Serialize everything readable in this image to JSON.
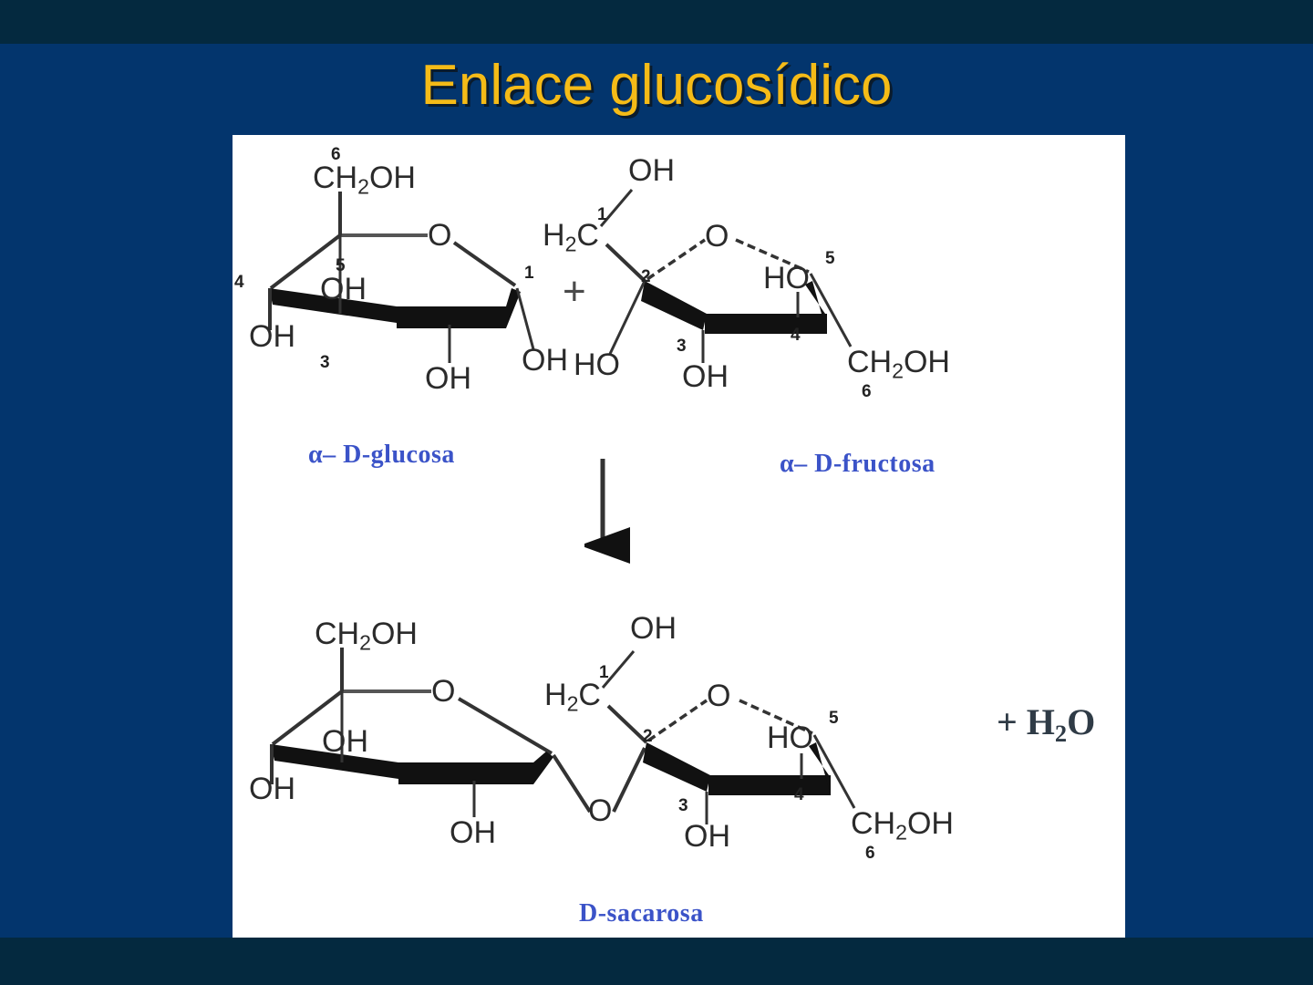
{
  "slide": {
    "title": "Enlace glucosídico",
    "background_color": "#03356d",
    "band_color": "#04293f",
    "title_color": "#f5bb17"
  },
  "figure": {
    "background_color": "#ffffff",
    "label_color": "#3b53c8",
    "reaction_operator": "+",
    "byproduct": "+ H₂O",
    "arrow": "down-arrow",
    "reactants": [
      {
        "name": "α– D-glucosa",
        "ring_type": "pyranose",
        "ring_oxygen": "O",
        "carbon_numbers": [
          "6",
          "5",
          "4",
          "3",
          "1"
        ],
        "substituents": [
          "CH₂OH",
          "OH",
          "OH",
          "OH",
          "OH"
        ]
      },
      {
        "name": "α– D-fructosa",
        "ring_type": "furanose",
        "ring_oxygen": "O",
        "carbon_numbers": [
          "1",
          "2",
          "3",
          "4",
          "5",
          "6"
        ],
        "substituents": [
          "OH",
          "H₂C",
          "HO",
          "OH",
          "HO",
          "CH₂OH"
        ]
      }
    ],
    "product": {
      "name": "D-sacarosa",
      "glucose_part": {
        "substituents": [
          "CH₂OH",
          "OH",
          "OH",
          "OH"
        ],
        "ring_oxygen": "O"
      },
      "glycosidic_oxygen": "O",
      "fructose_part": {
        "carbon_numbers": [
          "1",
          "2",
          "3",
          "4",
          "5",
          "6"
        ],
        "substituents": [
          "OH",
          "H₂C",
          "OH",
          "HO",
          "CH₂OH"
        ],
        "ring_oxygen": "O"
      }
    }
  }
}
